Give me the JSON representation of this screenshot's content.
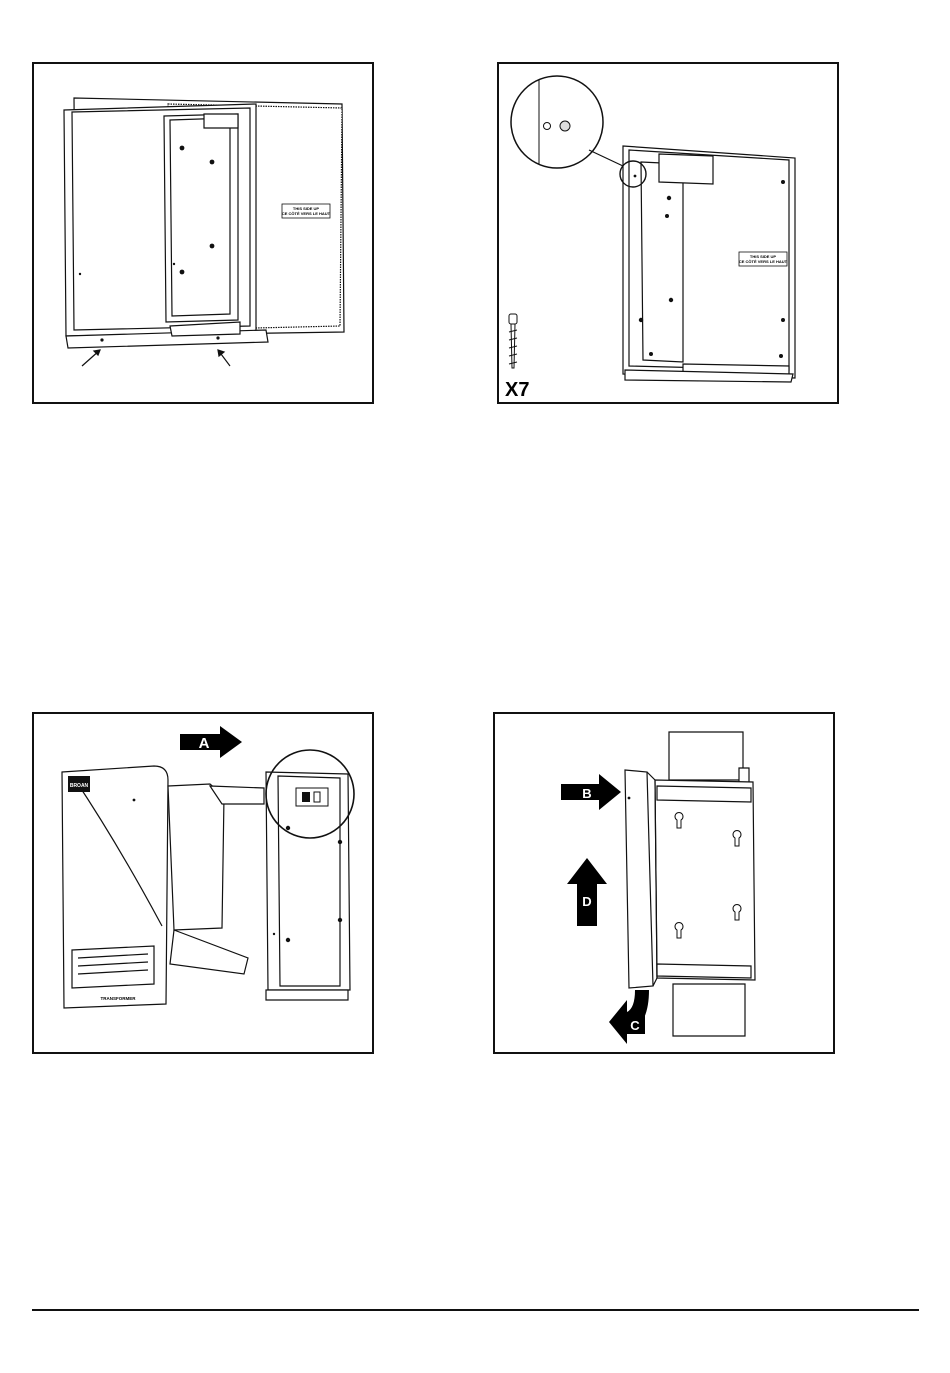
{
  "panels": [
    {
      "id": "step-1",
      "label_text": "THIS SIDE UP",
      "label_text_fr": "CE CÔTÉ VERS LE HAUT"
    },
    {
      "id": "step-2",
      "label_text": "THIS SIDE UP",
      "label_text_fr": "CE CÔTÉ VERS LE HAUT",
      "screw_count": "X7"
    },
    {
      "id": "step-3",
      "arrow_label": "A",
      "brand_mark": "BROAN",
      "model_text": "TRANSFORMER"
    },
    {
      "id": "step-4",
      "arrow_labels": [
        "B",
        "C",
        "D"
      ]
    }
  ],
  "colors": {
    "line": "#111111",
    "fill": "#ffffff",
    "arrow": "#000000"
  }
}
